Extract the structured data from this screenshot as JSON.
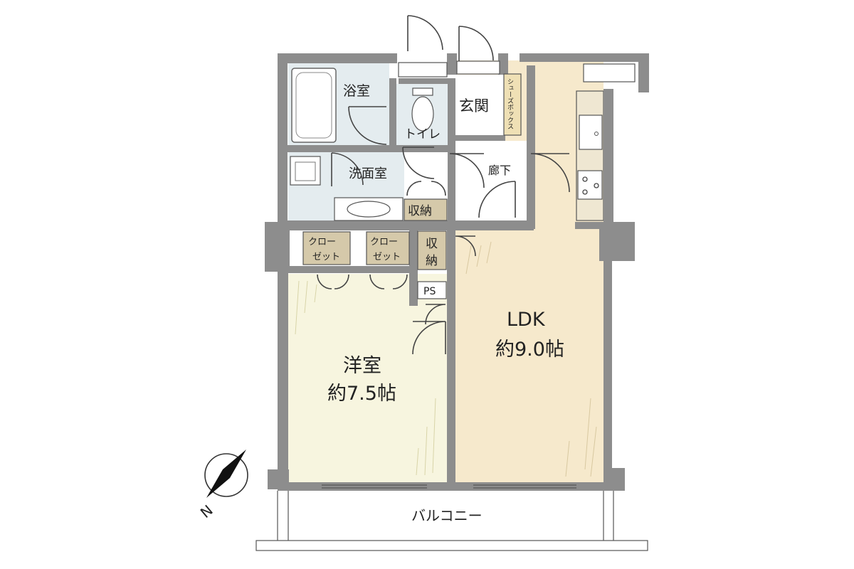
{
  "rooms": {
    "bath": "浴室",
    "toilet": "トイレ",
    "entrance": "玄関",
    "shoe_box": "シューズボックス",
    "washroom": "洗面室",
    "hallway": "廊下",
    "storage_1": "収納",
    "storage_2_line1": "収",
    "storage_2_line2": "納",
    "closet_1_line1": "クロー",
    "closet_1_line2": "ゼット",
    "closet_2_line1": "クロー",
    "closet_2_line2": "ゼット",
    "ps": "PS",
    "western_room_name": "洋室",
    "western_room_size": "約7.5帖",
    "ldk_name": "LDK",
    "ldk_size": "約9.0帖",
    "balcony": "バルコニー"
  },
  "compass": {
    "north_label": "N"
  },
  "colors": {
    "wall": "#8d8d8d",
    "ldk_floor": "#f6e9cc",
    "western_floor": "#f7f5df",
    "wet_area": "#e4ecef",
    "storage": "#d5c9aa",
    "shoe_box": "#efe0b5"
  }
}
